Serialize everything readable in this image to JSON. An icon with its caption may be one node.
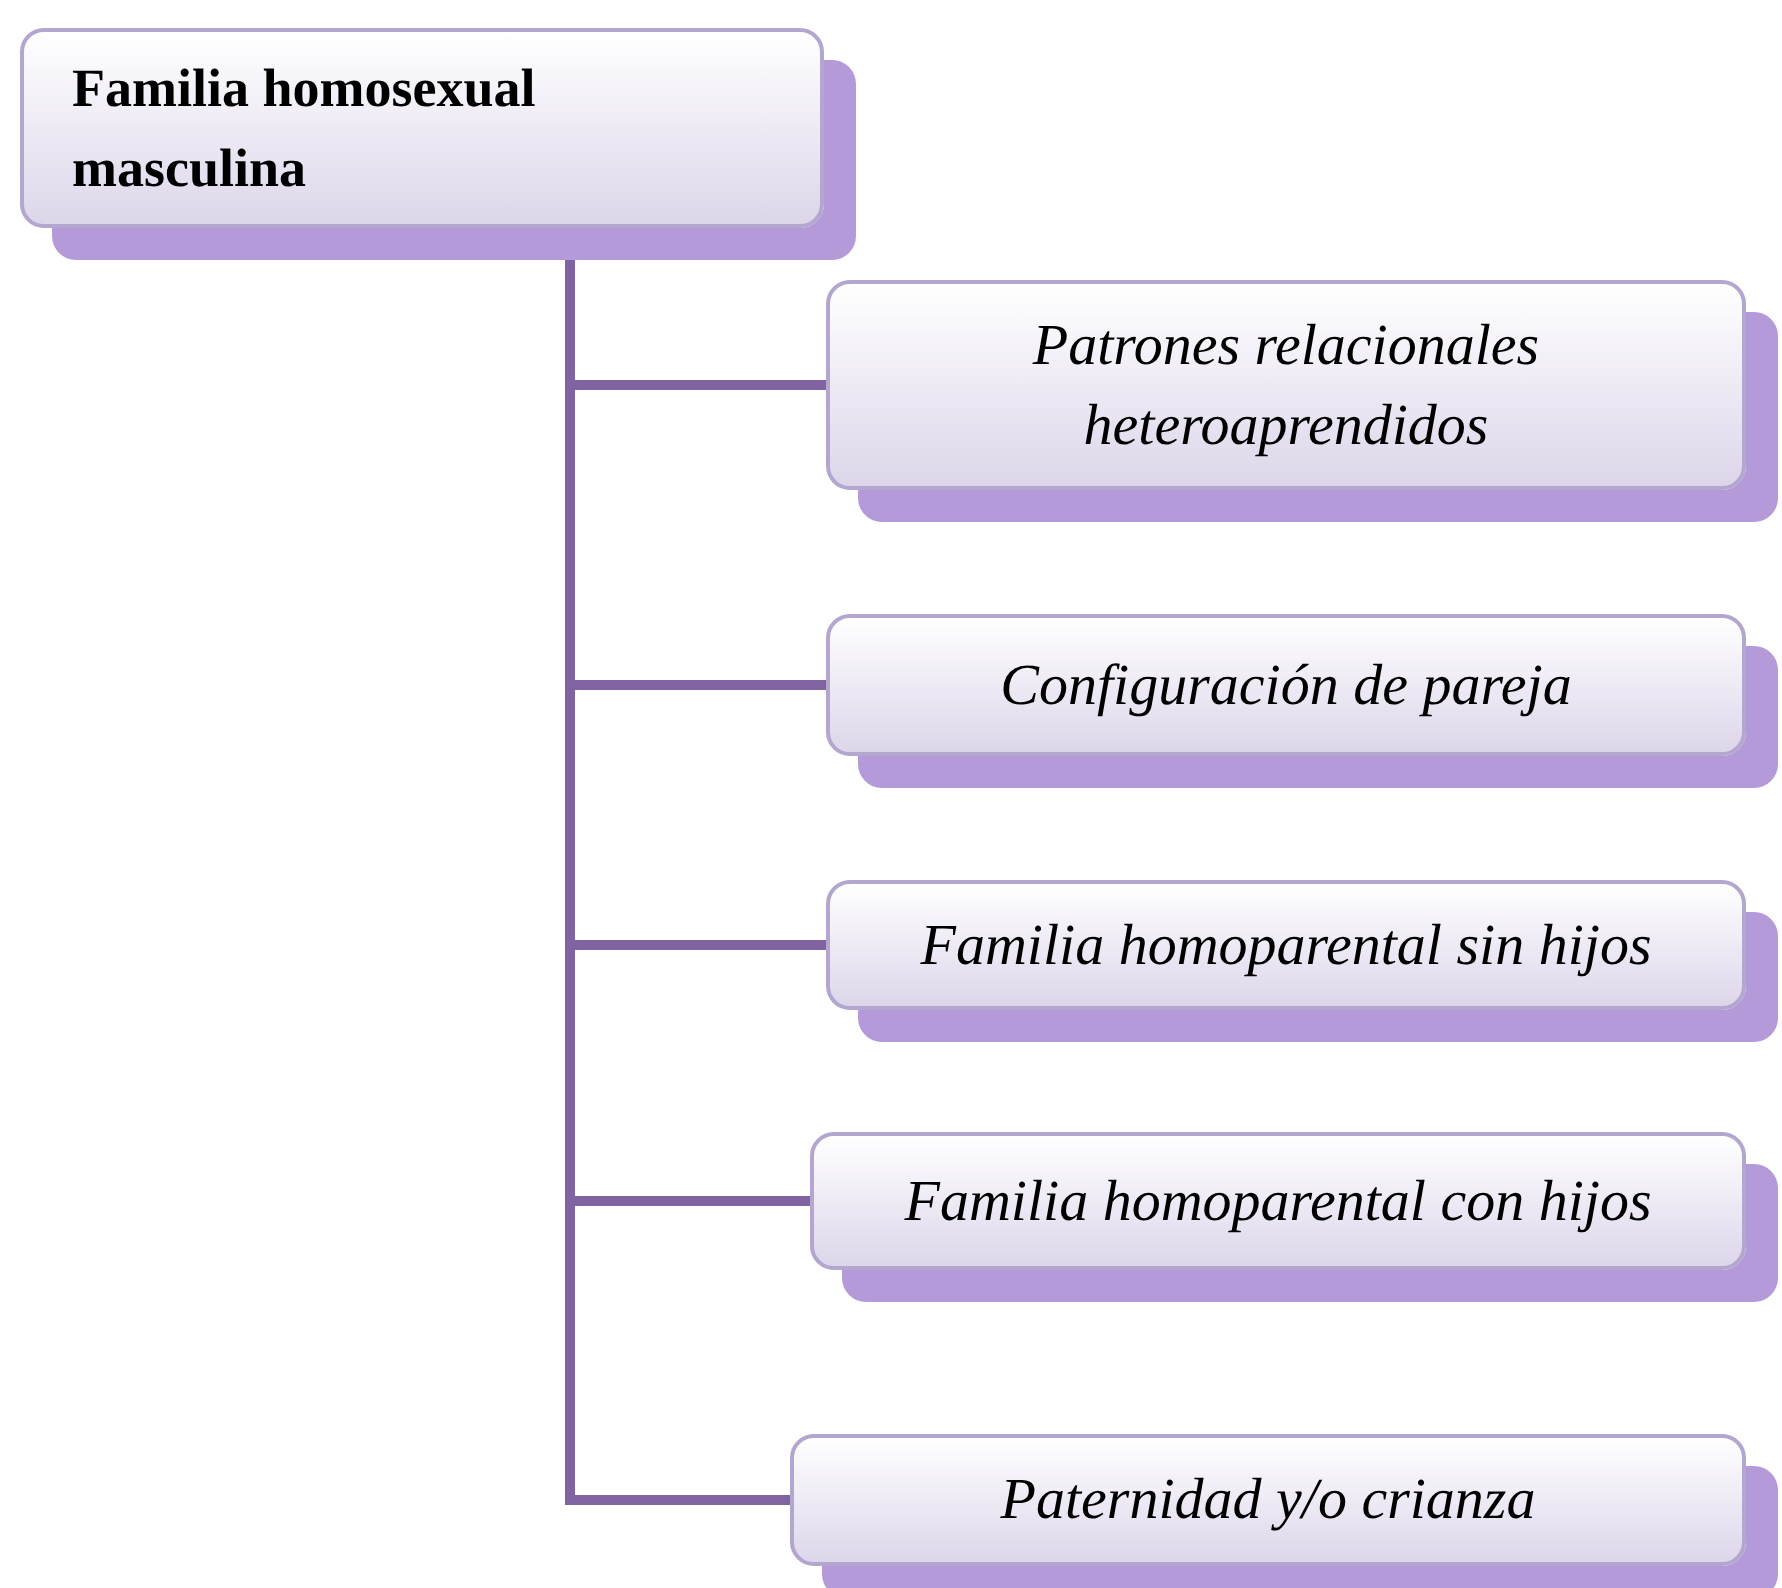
{
  "diagram": {
    "nodes": [
      {
        "text": [
          "Familia homosexual masculina"
        ]
      },
      {
        "text": [
          "Patrones relacionales heteroaprendidos"
        ]
      },
      {
        "text": [
          "Configuración de pareja"
        ]
      },
      {
        "text": [
          "Familia homoparental sin hijos"
        ]
      },
      {
        "text": [
          "Familia homoparental con hijos"
        ]
      },
      {
        "text": [
          "Paternidad y/o crianza"
        ]
      }
    ],
    "edges": [
      {
        "from": 0,
        "to": 1,
        "arrow": "none"
      },
      {
        "from": 0,
        "to": 2,
        "arrow": "none"
      },
      {
        "from": 0,
        "to": 3,
        "arrow": "none"
      },
      {
        "from": 0,
        "to": 4,
        "arrow": "none"
      },
      {
        "from": 0,
        "to": 5,
        "arrow": "none"
      }
    ]
  }
}
